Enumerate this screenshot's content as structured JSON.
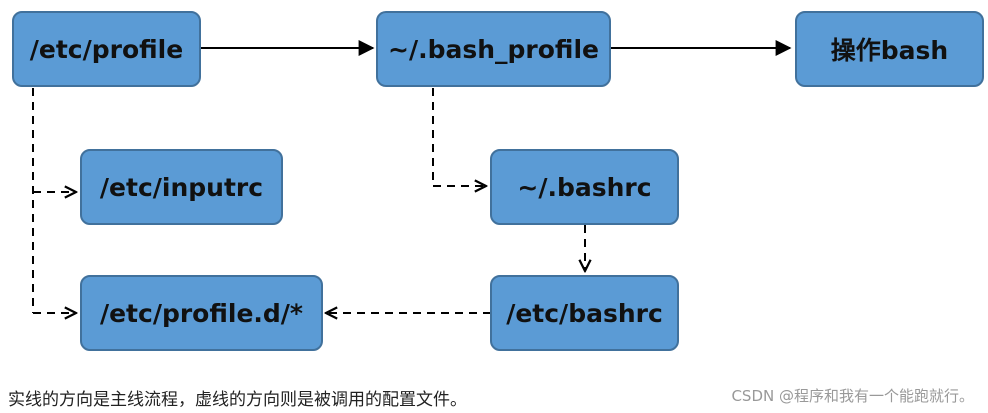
{
  "diagram": {
    "nodes": {
      "etc_profile": "/etc/profile",
      "bash_profile": "~/.bash_profile",
      "operate_bash": "操作bash",
      "etc_inputrc": "/etc/inputrc",
      "bashrc": "~/.bashrc",
      "etc_profile_d": "/etc/profile.d/*",
      "etc_bashrc": "/etc/bashrc"
    },
    "edges": [
      {
        "from": "/etc/profile",
        "to": "~/.bash_profile",
        "style": "solid"
      },
      {
        "from": "~/.bash_profile",
        "to": "操作bash",
        "style": "solid"
      },
      {
        "from": "/etc/profile",
        "to": "/etc/inputrc",
        "style": "dashed"
      },
      {
        "from": "/etc/profile",
        "to": "/etc/profile.d/*",
        "style": "dashed"
      },
      {
        "from": "~/.bash_profile",
        "to": "~/.bashrc",
        "style": "dashed"
      },
      {
        "from": "~/.bashrc",
        "to": "/etc/bashrc",
        "style": "dashed"
      },
      {
        "from": "/etc/bashrc",
        "to": "/etc/profile.d/*",
        "style": "dashed"
      }
    ],
    "colors": {
      "node_fill": "#5b9bd5",
      "node_border": "#41719c",
      "line": "#000000"
    }
  },
  "caption": "实线的方向是主线流程，虚线的方向则是被调用的配置文件。",
  "watermark": "CSDN @程序和我有一个能跑就行。"
}
